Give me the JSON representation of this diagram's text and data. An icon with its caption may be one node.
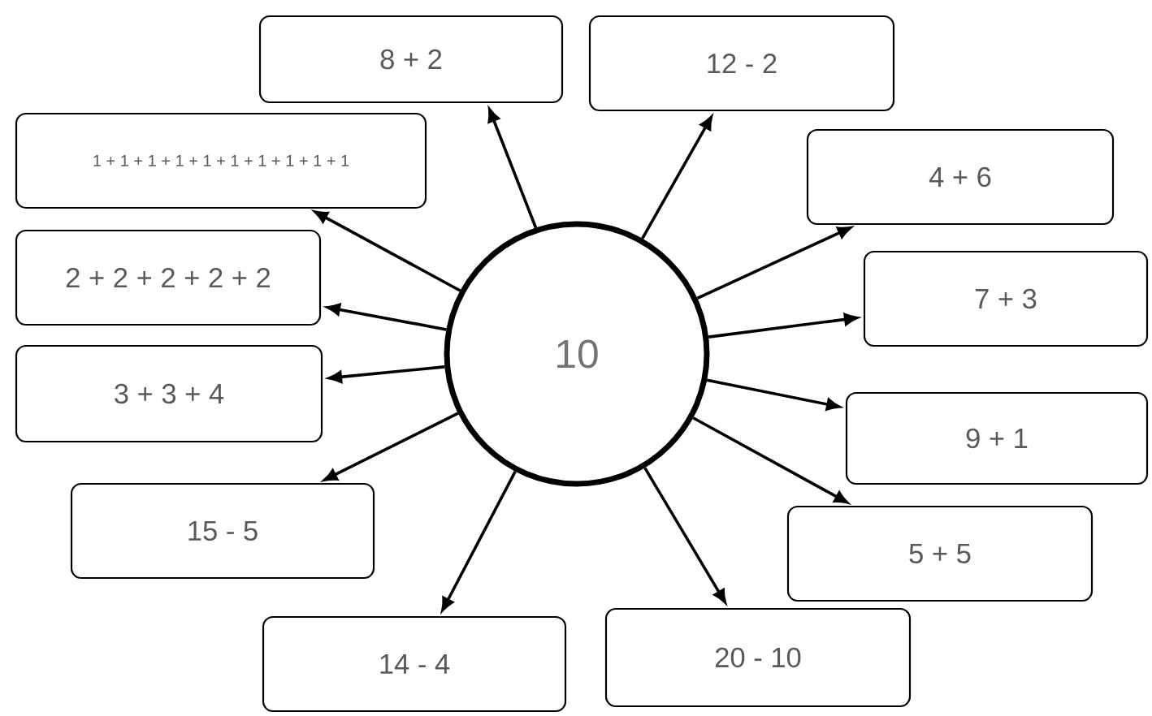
{
  "diagram": {
    "nodes": [
      {
        "text": [
          "10"
        ]
      },
      {
        "text": [
          "8 + 2"
        ]
      },
      {
        "text": [
          "12 - 2"
        ]
      },
      {
        "text": [
          "4 + 6"
        ]
      },
      {
        "text": [
          "7 + 3"
        ]
      },
      {
        "text": [
          "9 + 1"
        ]
      },
      {
        "text": [
          "5 + 5"
        ]
      },
      {
        "text": [
          "20 - 10"
        ]
      },
      {
        "text": [
          "14 - 4"
        ]
      },
      {
        "text": [
          "15 - 5"
        ]
      },
      {
        "text": [
          "3 + 3 + 4"
        ]
      },
      {
        "text": [
          "2 + 2 + 2 + 2 + 2"
        ]
      },
      {
        "text": [
          "1 + 1 + 1 + 1 + 1 + 1 + 1 + 1 + 1 + 1"
        ]
      }
    ],
    "edges": [
      {
        "from": 0,
        "to": 1,
        "arrow": "to"
      },
      {
        "from": 0,
        "to": 2,
        "arrow": "to"
      },
      {
        "from": 0,
        "to": 3,
        "arrow": "to"
      },
      {
        "from": 0,
        "to": 4,
        "arrow": "to"
      },
      {
        "from": 0,
        "to": 5,
        "arrow": "to"
      },
      {
        "from": 0,
        "to": 6,
        "arrow": "to"
      },
      {
        "from": 0,
        "to": 7,
        "arrow": "to"
      },
      {
        "from": 0,
        "to": 8,
        "arrow": "to"
      },
      {
        "from": 0,
        "to": 9,
        "arrow": "to"
      },
      {
        "from": 0,
        "to": 10,
        "arrow": "to"
      },
      {
        "from": 0,
        "to": 11,
        "arrow": "to"
      },
      {
        "from": 0,
        "to": 12,
        "arrow": "to"
      }
    ]
  }
}
